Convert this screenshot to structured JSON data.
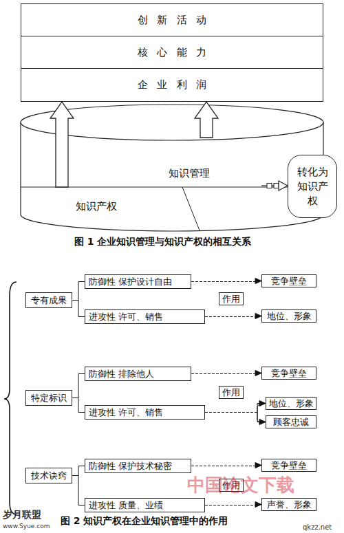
{
  "diagram": {
    "caption": "图 1 企业知识管理与知识产权的相互关系",
    "nodes": [
      {
        "text": [
          "创新活动"
        ]
      },
      {
        "text": [
          "核心能力"
        ]
      },
      {
        "text": [
          "企业利润"
        ]
      },
      {
        "text": [
          "知识管理"
        ]
      },
      {
        "text": [
          "转化为知识产权"
        ]
      },
      {
        "text": [
          "知识产权"
        ]
      },
      {
        "text": [
          "专有成果"
        ]
      },
      {
        "text": [
          "防御性 保护设计自由"
        ]
      },
      {
        "text": [
          "进攻性 许可、销售"
        ]
      },
      {
        "text": [
          "作用"
        ]
      },
      {
        "text": [
          "竞争壁垒"
        ]
      },
      {
        "text": [
          "地位、形象"
        ]
      },
      {
        "text": [
          "特定标识"
        ]
      },
      {
        "text": [
          "防御性 排除他人"
        ]
      },
      {
        "text": [
          "进攻性 许可、销售"
        ]
      },
      {
        "text": [
          "作用"
        ]
      },
      {
        "text": [
          "竞争壁垒"
        ]
      },
      {
        "text": [
          "地位、形象"
        ]
      },
      {
        "text": [
          "顾客忠诚"
        ]
      },
      {
        "text": [
          "技术诀窍"
        ]
      },
      {
        "text": [
          "防御性 保护技术秘密"
        ]
      },
      {
        "text": [
          "进攻性 质量、业绩"
        ]
      },
      {
        "text": [
          "作用"
        ]
      },
      {
        "text": [
          "竞争壁垒"
        ]
      },
      {
        "text": [
          "声誉、形象"
        ]
      }
    ],
    "edges": [
      {
        "from": 5,
        "to": 2,
        "arrow": "to"
      },
      {
        "from": 3,
        "to": 2,
        "arrow": "to"
      },
      {
        "from": 3,
        "to": 4,
        "arrow": "to"
      },
      {
        "from": 6,
        "to": 7,
        "arrow": "none"
      },
      {
        "from": 6,
        "to": 8,
        "arrow": "none"
      },
      {
        "from": 7,
        "to": 10,
        "arrow": "to"
      },
      {
        "from": 8,
        "to": 11,
        "arrow": "to"
      },
      {
        "from": 12,
        "to": 13,
        "arrow": "none"
      },
      {
        "from": 12,
        "to": 14,
        "arrow": "none"
      },
      {
        "from": 13,
        "to": 16,
        "arrow": "to"
      },
      {
        "from": 14,
        "to": 17,
        "arrow": "to"
      },
      {
        "from": 14,
        "to": 18,
        "arrow": "to"
      },
      {
        "from": 19,
        "to": 20,
        "arrow": "none"
      },
      {
        "from": 19,
        "to": 21,
        "arrow": "none"
      },
      {
        "from": 20,
        "to": 23,
        "arrow": "to"
      },
      {
        "from": 21,
        "to": 24,
        "arrow": "to"
      }
    ],
    "labels": [
      "图 2 知识产权在企业知识管理中的作用",
      "中国论文下载",
      "岁月联盟",
      "www.Syue.com",
      "qkzz.net"
    ]
  }
}
